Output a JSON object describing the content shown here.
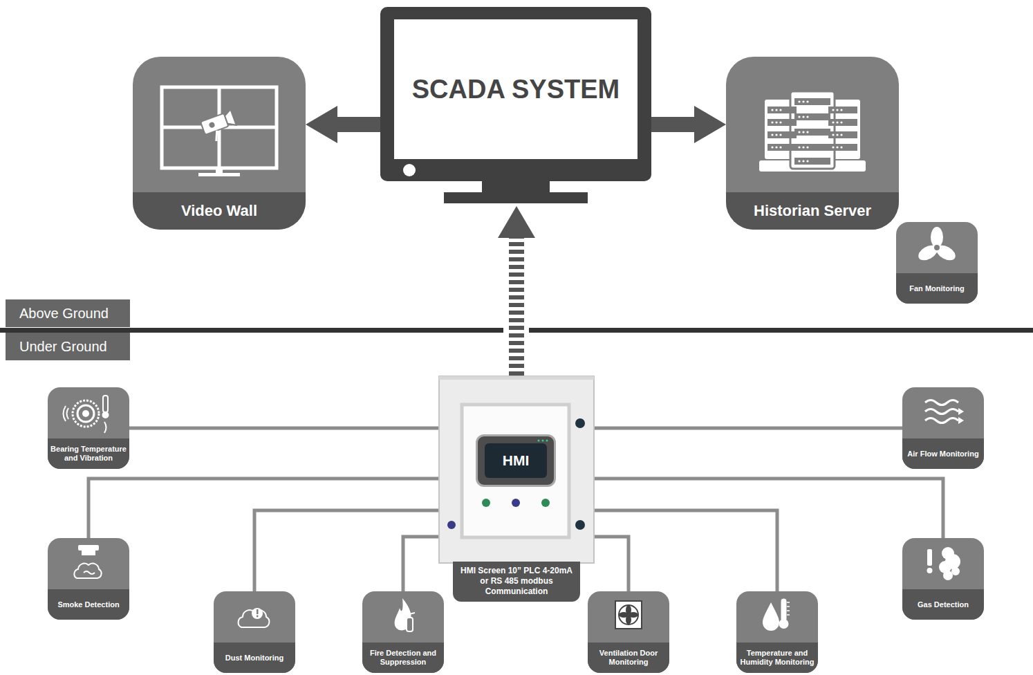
{
  "diagram": {
    "nodes": [
      {
        "text": [
          "SCADA SYSTEM"
        ]
      },
      {
        "text": [
          "Video Wall"
        ]
      },
      {
        "text": [
          "Historian Server"
        ]
      },
      {
        "text": [
          "Fan Monitoring"
        ]
      },
      {
        "text": [
          "Above Ground"
        ]
      },
      {
        "text": [
          "Under Ground"
        ]
      },
      {
        "text": [
          "HMI Screen 10” PLC 4-20mA or RS 485 modbus Communication"
        ]
      },
      {
        "text": [
          "HMI"
        ],
        "in": 6
      },
      {
        "text": [
          "Bearing Temperature and Vibration"
        ]
      },
      {
        "text": [
          "Air Flow Monitoring"
        ]
      },
      {
        "text": [
          "Smoke Detection"
        ]
      },
      {
        "text": [
          "Gas Detection"
        ]
      },
      {
        "text": [
          "Dust Monitoring"
        ]
      },
      {
        "text": [
          "Fire Detection and Suppression"
        ]
      },
      {
        "text": [
          "Ventilation Door Monitoring"
        ]
      },
      {
        "text": [
          "Temperature and Humidity Monitoring"
        ]
      }
    ],
    "edges": [
      {
        "from": 0,
        "to": 1,
        "arrow": "to"
      },
      {
        "from": 0,
        "to": 2,
        "arrow": "to"
      },
      {
        "from": 6,
        "to": 0,
        "arrow": "to"
      },
      {
        "from": 8,
        "to": 6,
        "arrow": "none"
      },
      {
        "from": 9,
        "to": 6,
        "arrow": "none"
      },
      {
        "from": 10,
        "to": 6,
        "arrow": "none"
      },
      {
        "from": 11,
        "to": 6,
        "arrow": "none"
      },
      {
        "from": 12,
        "to": 6,
        "arrow": "none"
      },
      {
        "from": 13,
        "to": 6,
        "arrow": "none"
      },
      {
        "from": 14,
        "to": 6,
        "arrow": "none"
      },
      {
        "from": 15,
        "to": 6,
        "arrow": "none"
      }
    ]
  }
}
